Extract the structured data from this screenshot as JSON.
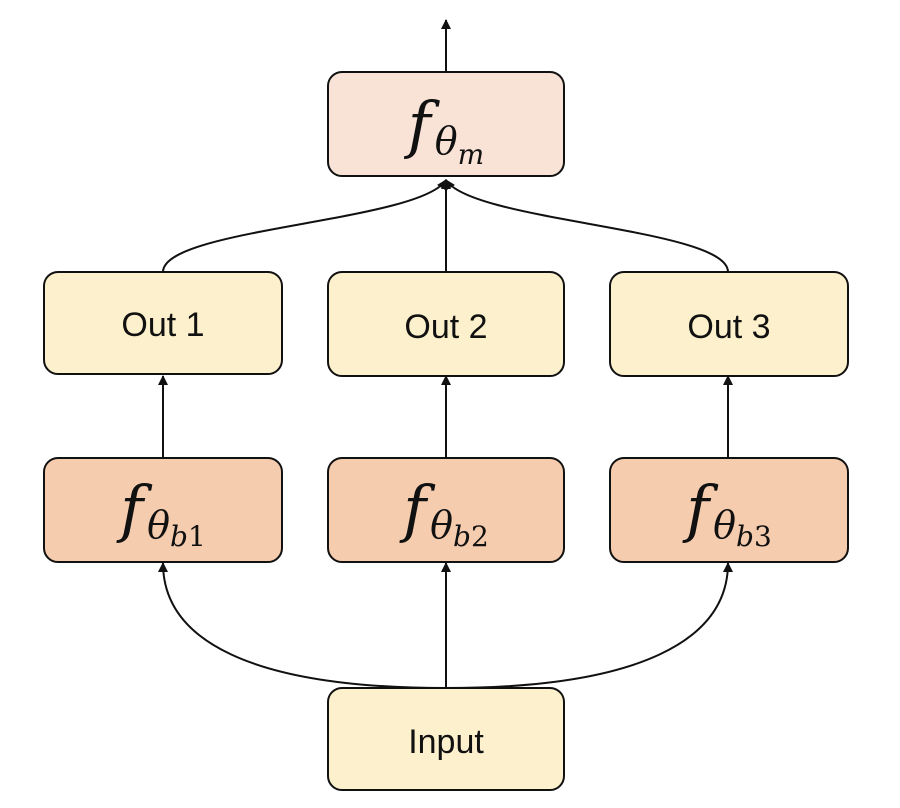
{
  "colors": {
    "light_box": "#fdf0cc",
    "branch_box": "#f6ccae",
    "merge_box": "#f9e3d7",
    "stroke": "#111111"
  },
  "nodes": {
    "merge": {
      "fn": "f",
      "theta": "θ",
      "sub": "m",
      "digit": ""
    },
    "outs": [
      "Out 1",
      "Out 2",
      "Out 3"
    ],
    "branches": [
      {
        "fn": "f",
        "theta": "θ",
        "sub": "b",
        "digit": "1"
      },
      {
        "fn": "f",
        "theta": "θ",
        "sub": "b",
        "digit": "2"
      },
      {
        "fn": "f",
        "theta": "θ",
        "sub": "b",
        "digit": "3"
      }
    ],
    "input": "Input"
  }
}
